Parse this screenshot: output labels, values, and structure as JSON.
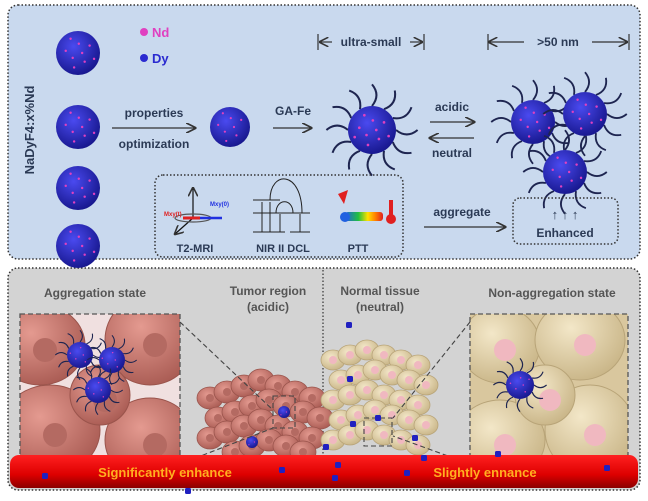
{
  "top": {
    "vertical_label": "NaDyF4:x%Nd",
    "legend": [
      {
        "label": "Nd",
        "color": "#e040c0"
      },
      {
        "label": "Dy",
        "color": "#2a2ad0"
      }
    ],
    "arrow1_top": "properties",
    "arrow1_bottom": "optimization",
    "arrow2": "GA-Fe",
    "size_small": "ultra-small",
    "size_large": ">50 nm",
    "forward": "acidic",
    "backward": "neutral",
    "modalities": [
      "T2-MRI",
      "NIR II DCL",
      "PTT"
    ],
    "mxy0": "Mxy(0)",
    "mxyt": "Mxy(t)",
    "aggregate": "aggregate",
    "enhanced_arrows": "↑ ↑ ↑",
    "enhanced": "Enhanced"
  },
  "bottom": {
    "aggregation_state": "Aggregation state",
    "tumor_line1": "Tumor region",
    "tumor_line2": "(acidic)",
    "normal_line1": "Normal tissue",
    "normal_line2": "(neutral)",
    "non_aggregation_state": "Non-aggregation state",
    "vessel_left": "Significantly enhance",
    "vessel_right": "Slightly ennance"
  },
  "colors": {
    "top_panel": "#c9d9ee",
    "bottom_panel": "#d3d3d3",
    "particle": "#2a2ad0",
    "tumor_cell": "#c97a72",
    "normal_cell": "#e6d5ad",
    "vessel": "#e00000",
    "vessel_text": "#ffb020"
  }
}
